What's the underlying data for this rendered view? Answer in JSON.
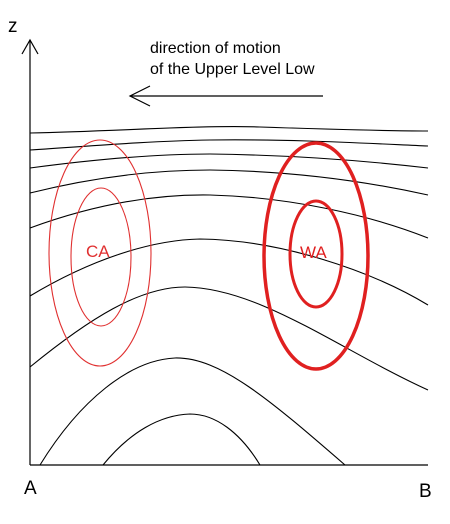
{
  "axes": {
    "z_label": "z",
    "a_label": "A",
    "b_label": "B"
  },
  "motion": {
    "line1": "direction of motion",
    "line2": "of the Upper Level Low"
  },
  "regions": {
    "cold": {
      "label": "CA",
      "color": "#e03030"
    },
    "warm": {
      "label": "WA",
      "color": "#e02020"
    }
  },
  "colors": {
    "lines": "#000000"
  }
}
